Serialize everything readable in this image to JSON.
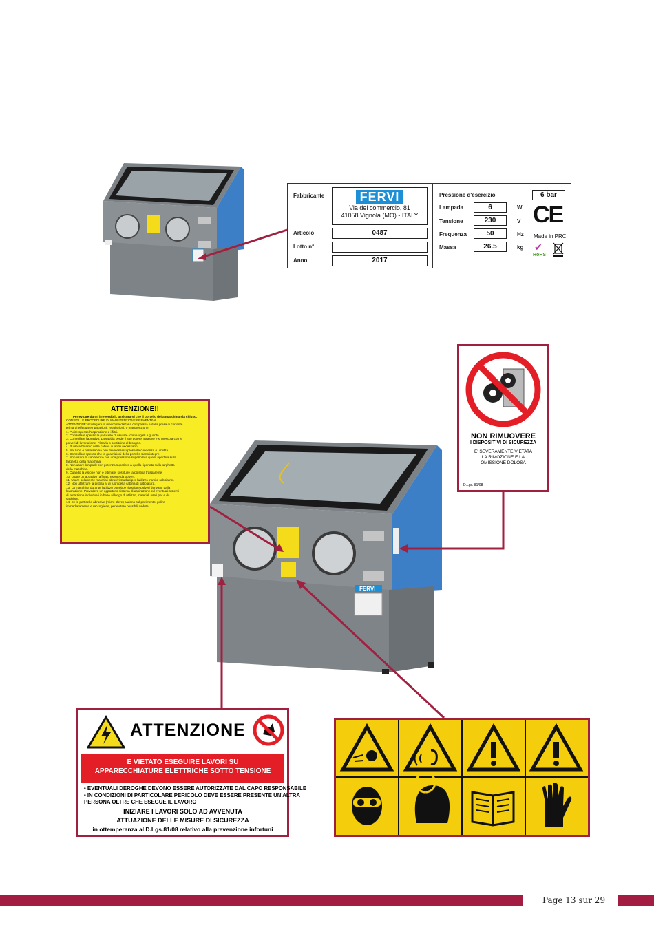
{
  "plate": {
    "fabbricante_label": "Fabbricante",
    "logo_text": "FERVI",
    "address_line1": "Via del commercio, 81",
    "address_line2": "41058 Vignola (MO) - ITALY",
    "articolo_label": "Articolo",
    "articolo_value": "0487",
    "lotto_label": "Lotto n°",
    "lotto_value": "",
    "anno_label": "Anno",
    "anno_value": "2017",
    "pressione_label": "Pressione d'esercizio",
    "pressione_value": "6 bar",
    "lampada_label": "Lampada",
    "lampada_value": "6",
    "lampada_unit": "W",
    "tensione_label": "Tensione",
    "tensione_value": "230",
    "tensione_unit": "V",
    "frequenza_label": "Frequenza",
    "frequenza_value": "50",
    "frequenza_unit": "Hz",
    "massa_label": "Massa",
    "massa_value": "26.5",
    "massa_unit": "kg",
    "ce_mark": "CE",
    "made_in": "Made in PRC",
    "rohs": "RoHS"
  },
  "attention_panel": {
    "title": "ATTENZIONE!!",
    "lines": [
      "Per evitare danni irreversibili, assicurarsi che il portello della macchina sia chiuso.",
      "CONSIGLI E PROCEDURE DI MANUTENZIONE PREVENTIVA.",
      "ATTENZIONE: scollegare la macchina dall'aria compressa e dalla presa di corrente",
      "prima di effettuare riparazioni, regolazioni, o manutenzione.",
      "1.   Pulire spesso l'aspirazione e i filtri.",
      "2.   Controllare spesso le particelle di usurate (come ugelli e guanti).",
      "3.   Controllare l'abrasivo. La sabbia perde il suo potere abrasivo e si mescola con le",
      "      polveri di lavorazione. Filtrarla o sostituirla al bisogno.",
      "4.   Pulire all'interno della cabina quando necessario.",
      "5.   Nel tubo e nella sabbia non deve esserci presente condensa o umidità.",
      "6.   Controllare spesso che le guarnizioni dello portello siano integre.",
      "7.   Non usare la sabbiatrice con una pressione superiore a quella riportata sulla",
      "      targhetta della macchina.",
      "8.   Non usare lampade con potenza superiore a quella riportata sulla targhetta",
      "      della macchina.",
      "9.   Quando la visione non è ottimale, sostituire la plastica trasparente.",
      "10.  Usare un abrasivo raffinato esente da polveri.",
      "11.  Usare solamente materiali abrasivi studiati per l'utilizzo tramite sabbiatrici.",
      "12.  Non utilizzare la pistola al di fuori della cabina di sabbiatura.",
      "13.  La macchina durante l'utilizzo potrebbe rilasciare polveri derivanti dalla",
      "      lavorazione. Prevedere un opportuno sistema di aspirazione ed eventuali sistemi",
      "      di protezione individuali in base al luogo di utilizzo, materiali usati per e da",
      "      sabbiare.",
      "14.  Se le particelle abrasive (micro-sfere) cadono sul pavimento, pulire",
      "      immediatamente e raccoglierle, per evitare possibili cadute."
    ]
  },
  "nr_sign": {
    "title": "NON RIMUOVERE",
    "subtitle": "I DISPOSITIVI DI SICUREZZA",
    "text1": "E' SEVERAMENTE VIETATA",
    "text2": "LA RIMOZIONE E LA",
    "text3": "OMISSIONE DOLOSA",
    "footer": "D.Lgs. 81/08"
  },
  "elec_sign": {
    "title": "ATTENZIONE",
    "band1": "É VIETATO ESEGUIRE LAVORI SU",
    "band2": "APPARECCHIATURE ELETTRICHE SOTTO TENSIONE",
    "b1": "• EVENTUALI DEROGHE DEVONO ESSERE AUTORIZZATE DAL CAPO RESPONSABILE",
    "b2": "• IN CONDIZIONI DI PARTICOLARE PERICOLO DEVE ESSERE PRESENTE UN'ALTRA",
    "b3": "   PERSONA OLTRE CHE ESEGUE IL LAVORO",
    "c1": "INIZIARE I LAVORI SOLO AD AVVENUTA",
    "c2": "ATTUAZIONE DELLE MISURE DI SICUREZZA",
    "c3": "in ottemperanza al D.Lgs.81/08 relativo alla prevenzione infortuni"
  },
  "machine": {
    "brand": "FERVI"
  },
  "footer": {
    "page_label": "Page 13 sur 29"
  },
  "colors": {
    "accent": "#a31c42",
    "cabinet": "#8a8f94",
    "side_panel": "#3d7fc6",
    "sign_yellow": "#f8ec24",
    "picto_yellow": "#f4ce0c",
    "danger_red": "#e41e26"
  }
}
